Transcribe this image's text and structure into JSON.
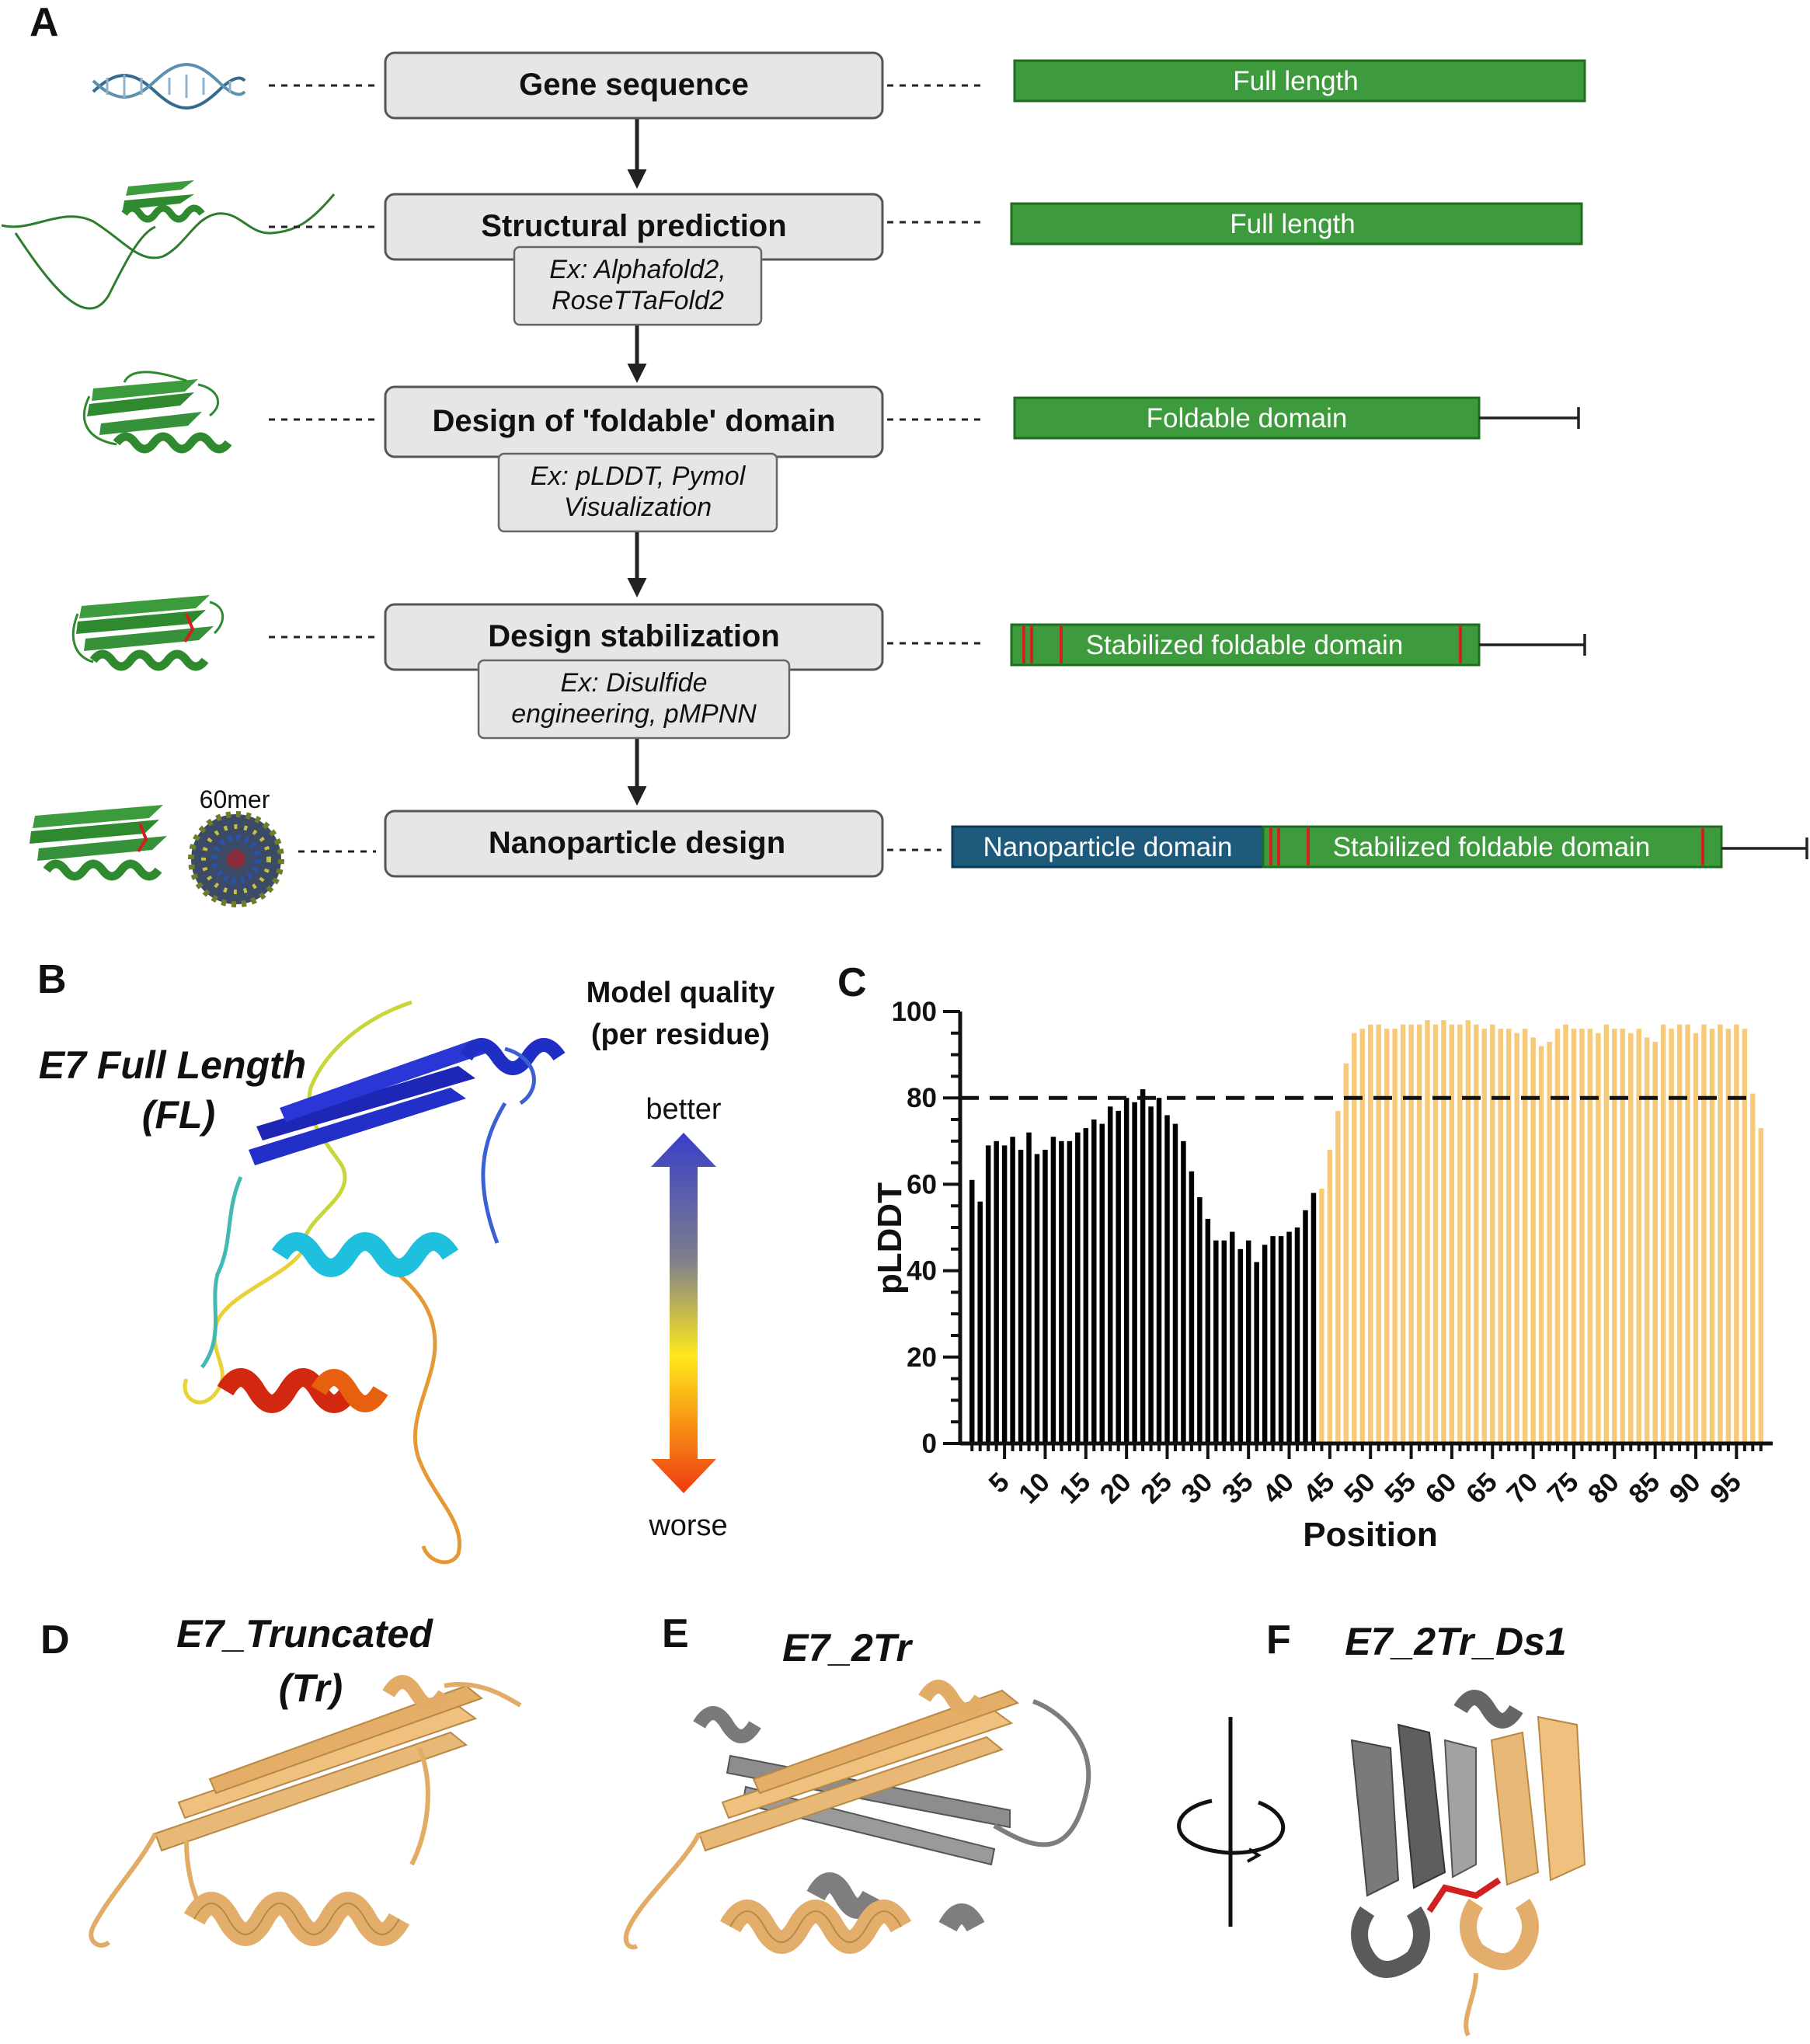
{
  "panels": {
    "A": "A",
    "B": "B",
    "C": "C",
    "D": "D",
    "E": "E",
    "F": "F"
  },
  "workflow": {
    "steps": [
      {
        "title": "Gene sequence",
        "sub": []
      },
      {
        "title": "Structural prediction",
        "sub": [
          "Ex: Alphafold2,",
          "RoseTTaFold2"
        ]
      },
      {
        "title": "Design of 'foldable' domain",
        "sub": [
          "Ex: pLDDT, Pymol",
          "Visualization"
        ]
      },
      {
        "title": "Design stabilization",
        "sub": [
          "Ex: Disulfide",
          "engineering, pMPNN"
        ]
      },
      {
        "title": "Nanoparticle design",
        "sub": []
      }
    ],
    "constructs": [
      {
        "segments": [
          "Full length"
        ]
      },
      {
        "segments": [
          "Full length"
        ]
      },
      {
        "segments": [
          "Foldable domain"
        ]
      },
      {
        "segments": [
          "Stabilized foldable domain"
        ]
      },
      {
        "segments": [
          "Nanoparticle domain",
          "Stabilized foldable domain"
        ]
      }
    ],
    "nanoparticle_label": "60mer",
    "colors": {
      "domain": "#3d9a3d",
      "nanoparticle": "#1d5a7c",
      "mutation": "#d21f1f",
      "box": "#e6e6e6"
    },
    "icons": [
      "dna-helix-icon",
      "full-length-structure-icon",
      "foldable-domain-structure-icon",
      "stabilized-domain-structure-icon",
      "nanoparticle-60mer-icon"
    ]
  },
  "panel_b": {
    "title_line1": "E7 Full Length",
    "title_line2": "(FL)",
    "legend_title_line1": "Model quality",
    "legend_title_line2": "(per residue)",
    "better": "better",
    "worse": "worse"
  },
  "chart_data": {
    "type": "bar",
    "xlabel": "Position",
    "ylabel": "pLDDT",
    "ylim": [
      0,
      100
    ],
    "y_ticks": [
      0,
      20,
      40,
      60,
      80,
      100
    ],
    "x_tick_labels": [
      "5",
      "10",
      "15",
      "20",
      "25",
      "30",
      "35",
      "40",
      "45",
      "50",
      "55",
      "60",
      "65",
      "70",
      "75",
      "80",
      "85",
      "90",
      "95"
    ],
    "threshold": 80,
    "cutoff_position": 44,
    "series": [
      {
        "color": "#000000",
        "positions": "1-43"
      },
      {
        "color": "#f7ca7a",
        "positions": "44-98"
      }
    ],
    "x": [
      1,
      2,
      3,
      4,
      5,
      6,
      7,
      8,
      9,
      10,
      11,
      12,
      13,
      14,
      15,
      16,
      17,
      18,
      19,
      20,
      21,
      22,
      23,
      24,
      25,
      26,
      27,
      28,
      29,
      30,
      31,
      32,
      33,
      34,
      35,
      36,
      37,
      38,
      39,
      40,
      41,
      42,
      43,
      44,
      45,
      46,
      47,
      48,
      49,
      50,
      51,
      52,
      53,
      54,
      55,
      56,
      57,
      58,
      59,
      60,
      61,
      62,
      63,
      64,
      65,
      66,
      67,
      68,
      69,
      70,
      71,
      72,
      73,
      74,
      75,
      76,
      77,
      78,
      79,
      80,
      81,
      82,
      83,
      84,
      85,
      86,
      87,
      88,
      89,
      90,
      91,
      92,
      93,
      94,
      95,
      96,
      97,
      98
    ],
    "values": [
      61,
      56,
      69,
      70,
      69,
      71,
      68,
      72,
      67,
      68,
      71,
      70,
      70,
      72,
      73,
      75,
      74,
      78,
      77,
      80,
      79,
      82,
      78,
      80,
      76,
      74,
      70,
      63,
      57,
      52,
      47,
      47,
      49,
      45,
      47,
      42,
      46,
      48,
      48,
      49,
      50,
      54,
      58,
      59,
      68,
      77,
      88,
      95,
      96,
      97,
      97,
      96,
      96,
      97,
      97,
      97,
      98,
      97,
      98,
      97,
      97,
      98,
      97,
      96,
      97,
      96,
      96,
      95,
      96,
      94,
      92,
      93,
      96,
      97,
      96,
      96,
      96,
      95,
      97,
      96,
      96,
      95,
      96,
      94,
      93,
      97,
      96,
      97,
      97,
      95,
      97,
      96,
      97,
      96,
      97,
      96,
      81,
      73
    ],
    "grid": false
  },
  "panel_d": {
    "title_line1": "E7_Truncated",
    "title_line2": "(Tr)"
  },
  "panel_e": {
    "title": "E7_2Tr"
  },
  "panel_f": {
    "title": "E7_2Tr_Ds1"
  }
}
